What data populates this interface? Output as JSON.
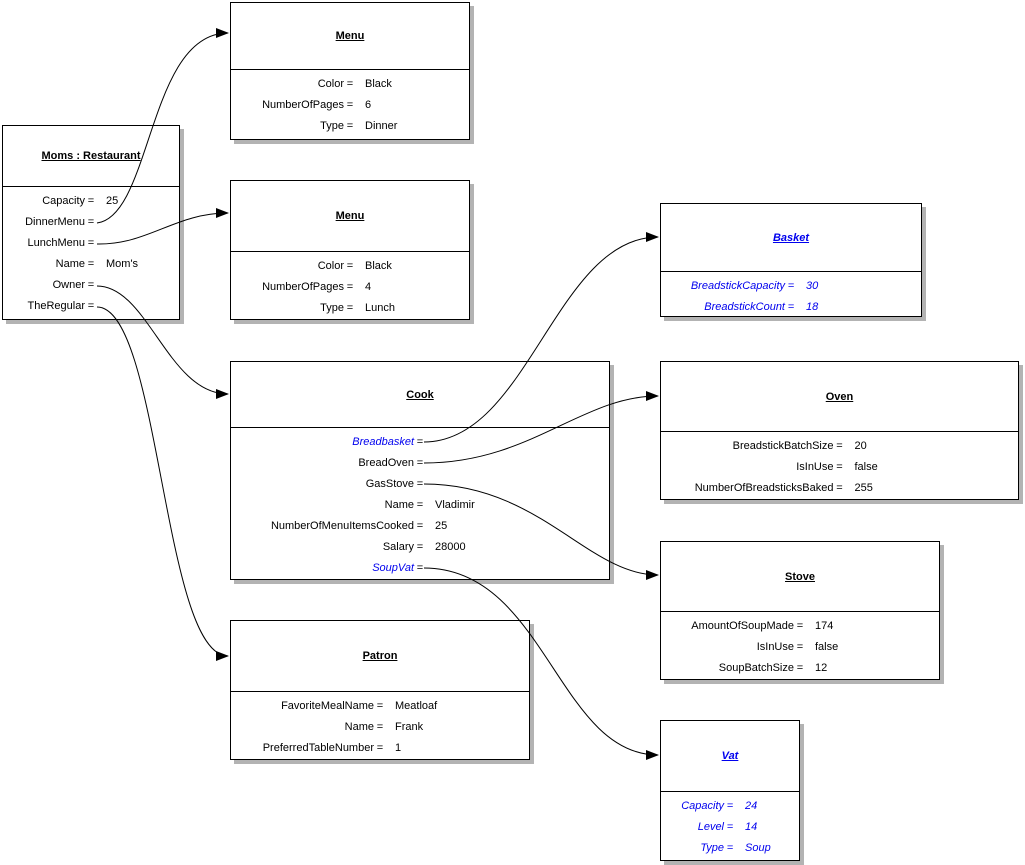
{
  "eq": "=",
  "colors": {
    "reference_blue": "#0000ee",
    "box_border": "#000000",
    "box_shadow": "#b3b3b3",
    "background": "#ffffff"
  },
  "objects": [
    {
      "title": "Moms : Restaurant",
      "properties": [
        {
          "name": "Capacity",
          "value": "25"
        },
        {
          "name": "DinnerMenu",
          "value": ""
        },
        {
          "name": "LunchMenu",
          "value": ""
        },
        {
          "name": "Name",
          "value": "Mom's"
        },
        {
          "name": "Owner",
          "value": ""
        },
        {
          "name": "TheRegular",
          "value": ""
        }
      ]
    },
    {
      "title": "Menu",
      "properties": [
        {
          "name": "Color",
          "value": "Black"
        },
        {
          "name": "NumberOfPages",
          "value": "6"
        },
        {
          "name": "Type",
          "value": "Dinner"
        }
      ]
    },
    {
      "title": "Menu",
      "properties": [
        {
          "name": "Color",
          "value": "Black"
        },
        {
          "name": "NumberOfPages",
          "value": "4"
        },
        {
          "name": "Type",
          "value": "Lunch"
        }
      ]
    },
    {
      "title": "Basket",
      "properties": [
        {
          "name": "BreadstickCapacity",
          "value": "30"
        },
        {
          "name": "BreadstickCount",
          "value": "18"
        }
      ]
    },
    {
      "title": "Cook",
      "properties": [
        {
          "name": "Breadbasket",
          "value": ""
        },
        {
          "name": "BreadOven",
          "value": ""
        },
        {
          "name": "GasStove",
          "value": ""
        },
        {
          "name": "Name",
          "value": "Vladimir"
        },
        {
          "name": "NumberOfMenuItemsCooked",
          "value": "25"
        },
        {
          "name": "Salary",
          "value": "28000"
        },
        {
          "name": "SoupVat",
          "value": ""
        }
      ]
    },
    {
      "title": "Oven",
      "properties": [
        {
          "name": "BreadstickBatchSize",
          "value": "20"
        },
        {
          "name": "IsInUse",
          "value": "false"
        },
        {
          "name": "NumberOfBreadsticksBaked",
          "value": "255"
        }
      ]
    },
    {
      "title": "Stove",
      "properties": [
        {
          "name": "AmountOfSoupMade",
          "value": "174"
        },
        {
          "name": "IsInUse",
          "value": "false"
        },
        {
          "name": "SoupBatchSize",
          "value": "12"
        }
      ]
    },
    {
      "title": "Patron",
      "properties": [
        {
          "name": "FavoriteMealName",
          "value": "Meatloaf"
        },
        {
          "name": "Name",
          "value": "Frank"
        },
        {
          "name": "PreferredTableNumber",
          "value": "1"
        }
      ]
    },
    {
      "title": "Vat",
      "properties": [
        {
          "name": "Capacity",
          "value": "24"
        },
        {
          "name": "Level",
          "value": "14"
        },
        {
          "name": "Type",
          "value": "Soup"
        }
      ]
    }
  ],
  "arrows": [
    {
      "from": "Moms : Restaurant.DinnerMenu",
      "to": "Menu (Dinner)"
    },
    {
      "from": "Moms : Restaurant.LunchMenu",
      "to": "Menu (Lunch)"
    },
    {
      "from": "Moms : Restaurant.Owner",
      "to": "Cook"
    },
    {
      "from": "Moms : Restaurant.TheRegular",
      "to": "Patron"
    },
    {
      "from": "Cook.Breadbasket",
      "to": "Basket"
    },
    {
      "from": "Cook.BreadOven",
      "to": "Oven"
    },
    {
      "from": "Cook.GasStove",
      "to": "Stove"
    },
    {
      "from": "Cook.SoupVat",
      "to": "Vat"
    }
  ]
}
